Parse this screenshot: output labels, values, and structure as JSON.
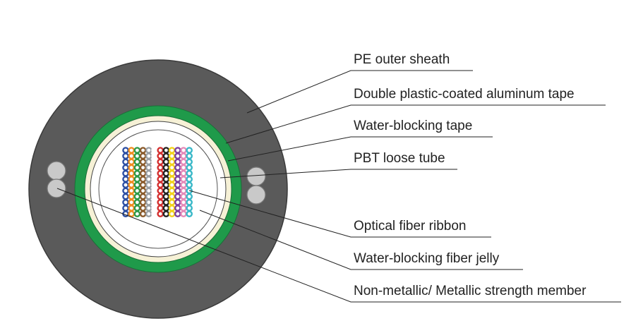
{
  "colors": {
    "sheath": "#5a5a5a",
    "sheath_edge": "#3a3a3a",
    "armor_tape": "#1f9a4a",
    "armor_inner_edge": "#1b6e38",
    "water_blocking_tape": "#f6f1d6",
    "tube": "#ffffff",
    "strength_member": "#c9c9c9",
    "strength_member_edge": "#777777",
    "leader": "#222222",
    "text": "#222222"
  },
  "labels": [
    {
      "id": "pe-outer-sheath",
      "text": "PE outer sheath"
    },
    {
      "id": "double-plastic-coated-aluminum-tape",
      "text": "Double plastic-coated aluminum tape"
    },
    {
      "id": "water-blocking-tape",
      "text": "Water-blocking tape"
    },
    {
      "id": "pbt-loose-tube",
      "text": "PBT loose tube"
    },
    {
      "id": "optical-fiber-ribbon",
      "text": "Optical fiber ribbon"
    },
    {
      "id": "water-blocking-fiber-jelly",
      "text": "Water-blocking fiber jelly"
    },
    {
      "id": "strength-member",
      "text": "Non-metallic/ Metallic strength member"
    }
  ],
  "ribbon": {
    "rows": 12,
    "fiber_colors": [
      "#2d4fa3",
      "#f08c1e",
      "#2e9a48",
      "#8a5a2b",
      "#9aa0a6",
      "#ffffff",
      "#d32f2f",
      "#222222",
      "#f2d31b",
      "#7b3fa0",
      "#e58ab8",
      "#39b8c8"
    ]
  }
}
